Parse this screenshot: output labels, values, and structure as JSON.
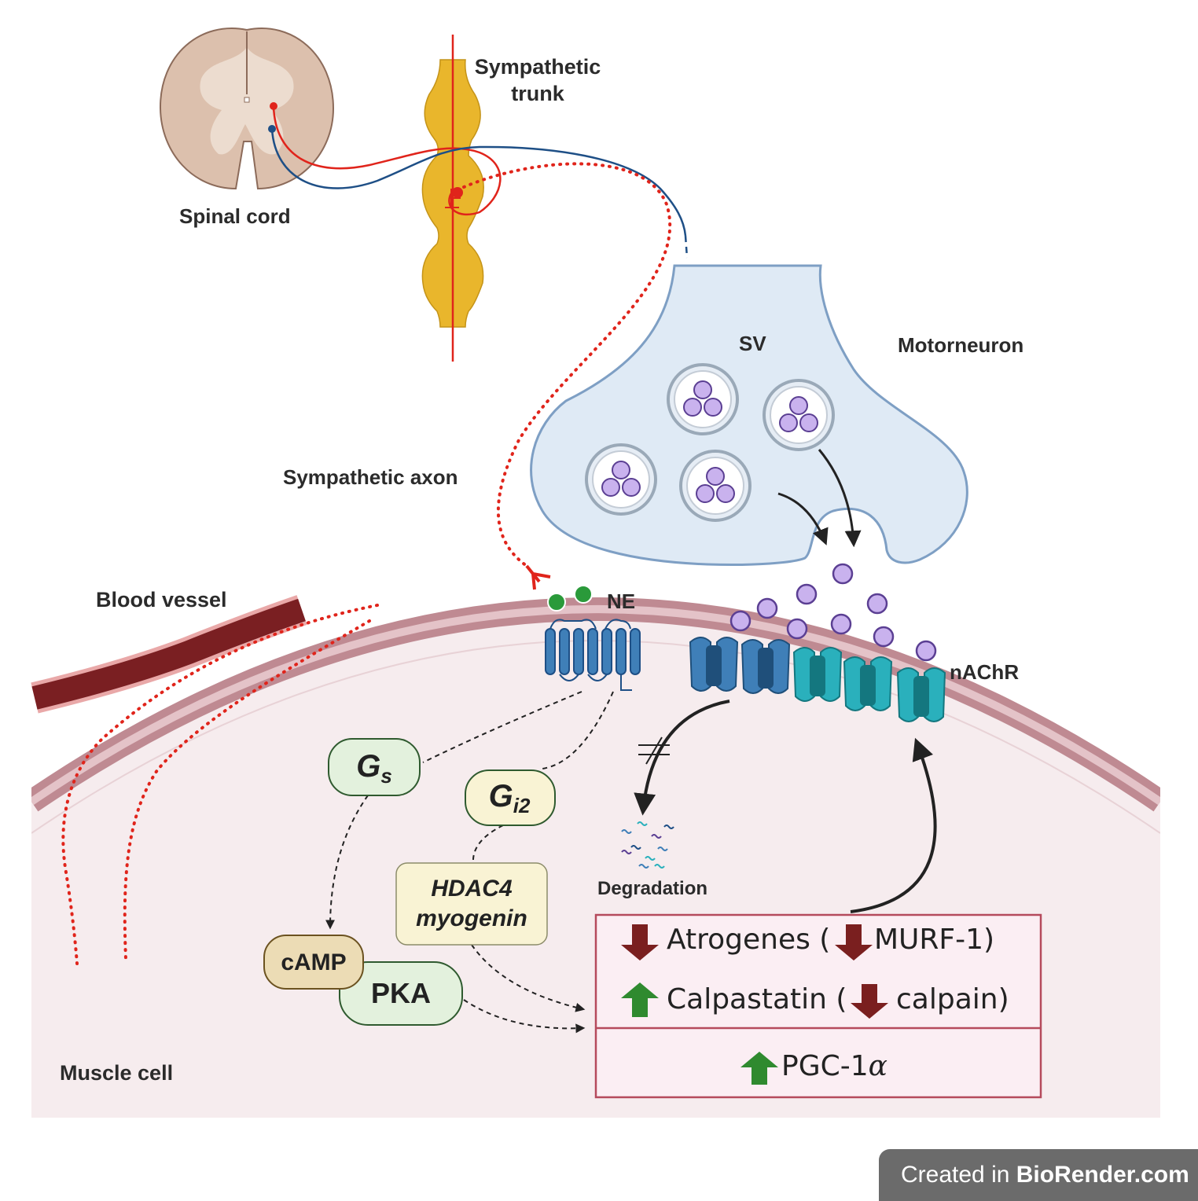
{
  "labels": {
    "spinal_cord": "Spinal cord",
    "sympathetic_trunk_line1": "Sympathetic",
    "sympathetic_trunk_line2": "trunk",
    "sympathetic_axon": "Sympathetic axon",
    "sv": "SV",
    "motorneuron": "Motorneuron",
    "blood_vessel": "Blood vessel",
    "ne": "NE",
    "nachr": "nAChR",
    "degradation": "Degradation",
    "muscle_cell": "Muscle cell"
  },
  "pathway": {
    "gs": "G",
    "gs_sub": "s",
    "gi2": "G",
    "gi2_sub": "i2",
    "hdac4": "HDAC4",
    "myogenin": "myogenin",
    "camp": "cAMP",
    "pka": "PKA"
  },
  "effects": {
    "row1_prefix": "Atrogenes (",
    "row1_suffix": "MURF-1)",
    "row2_prefix": "Calpastatin (",
    "row2_suffix": "calpain)",
    "row3_prefix": "PGC-1",
    "row3_greek": "α"
  },
  "footer": {
    "prefix": "Created in ",
    "brand": "BioRender.com"
  },
  "colors": {
    "sympathetic_red": "#e0241b",
    "motor_blue": "#1e4f86",
    "ganglion_yellow": "#e9b62c",
    "terminal_fill": "#dfeaf5",
    "terminal_stroke": "#7e9fc4",
    "vesicle_purple": "#c9b2ee",
    "ne_green": "#2a9a3a",
    "muscle_pink": "#f6ecee",
    "membrane": "#c99aa1",
    "vessel": "#7a1f22",
    "gs_fill": "#e3f1dd",
    "gi2_fill": "#f9f3d4",
    "camp_fill": "#ecdcb5",
    "effects_border": "#b54a5c",
    "arrow_down": "#7a1f1f",
    "arrow_up": "#2f8a2f"
  },
  "icons": [
    "down-arrow-icon",
    "up-arrow-icon",
    "inhibition-tee-icon",
    "not-equal-icon"
  ]
}
